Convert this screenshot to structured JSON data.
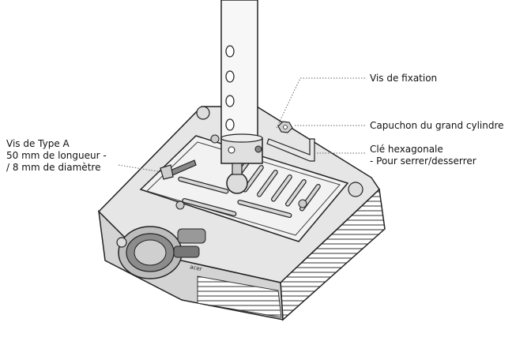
{
  "labels": {
    "vis_fixation": "Vis de fixation",
    "capuchon": "Capuchon du grand cylindre",
    "cle_line1": "Clé hexagonale",
    "cle_line2": "- Pour serrer/desserrer",
    "vis_type_line1": "Vis de Type A",
    "vis_type_line2": "50 mm de longueur -",
    "vis_type_line3": "/ 8 mm de diamètre"
  },
  "brand_logo": "acer"
}
